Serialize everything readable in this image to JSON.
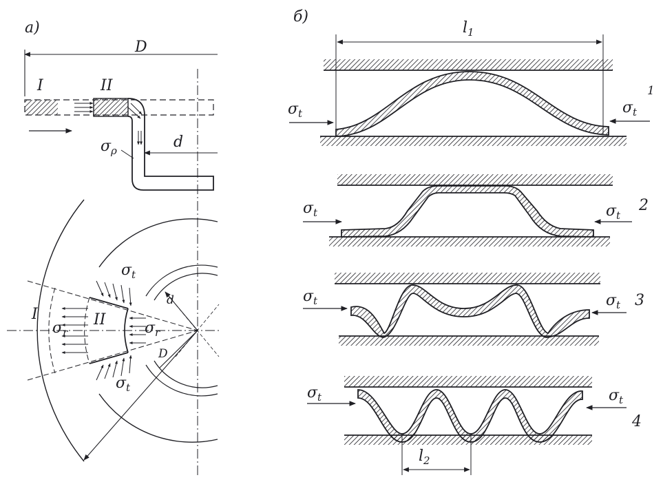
{
  "diagram": {
    "panel_a_label": "а)",
    "panel_b_label": "б)",
    "zone_one": "I",
    "zone_two": "II",
    "dim_outer": "D",
    "dim_inner": "d",
    "stress_axial": "σ",
    "stress_axial_sub": "ρ",
    "stress_tangential": "σ",
    "stress_tangential_sub": "t",
    "stress_radial": "σ",
    "stress_radial_sub": "r",
    "dim_l1": "l",
    "dim_l1_sub": "1",
    "dim_l2": "l",
    "dim_l2_sub": "2",
    "stage_numbers": [
      "1",
      "2",
      "3",
      "4"
    ]
  },
  "colors": {
    "ink": "#1f1f24",
    "paper": "#ffffff"
  }
}
